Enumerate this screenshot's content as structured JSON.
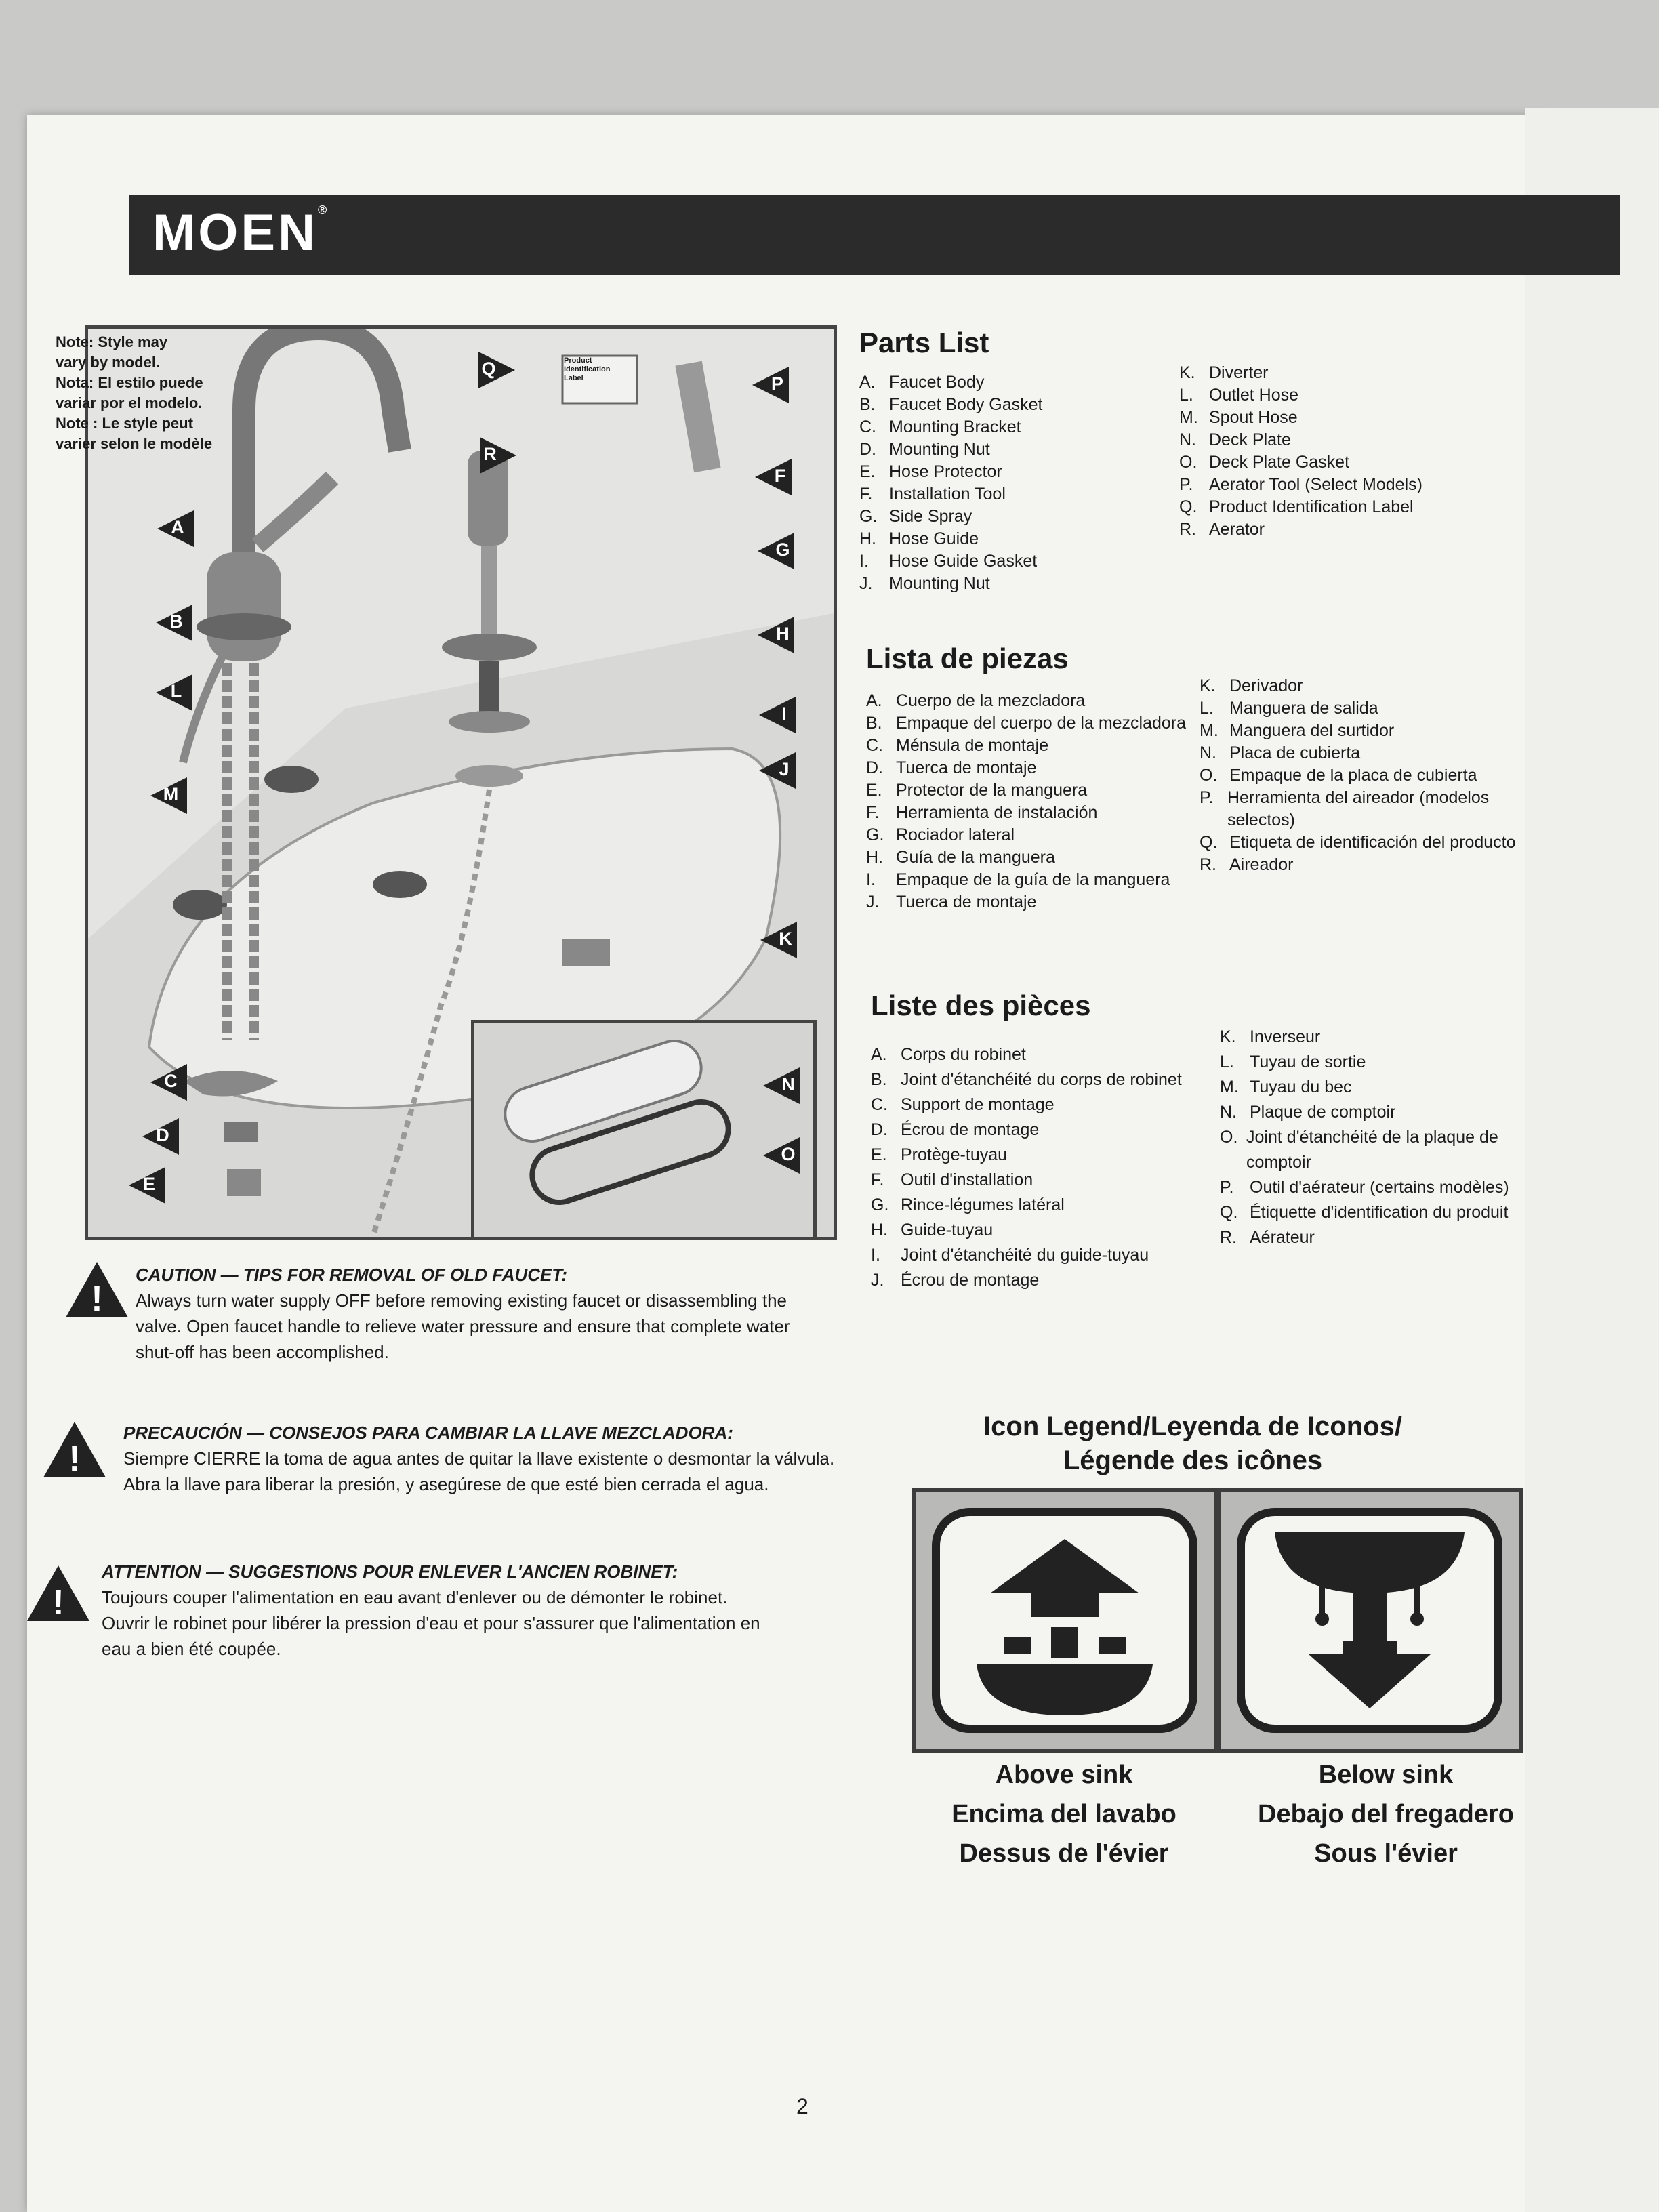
{
  "brand": {
    "logo": "MOEN",
    "trademark": "®"
  },
  "diagram": {
    "note": [
      "Note: Style may",
      "vary by model.",
      "Nota: El estilo puede",
      "variar por el modelo.",
      "Note : Le style peut",
      "varier selon le modèle"
    ],
    "product_label": "Product Identification Label",
    "callouts_left": [
      "A",
      "B",
      "L",
      "M",
      "C",
      "D",
      "E"
    ],
    "callouts_right": [
      "Q",
      "R",
      "P",
      "F",
      "G",
      "H",
      "I",
      "J",
      "K",
      "N",
      "O"
    ]
  },
  "parts_list": {
    "title": "Parts List",
    "col1": [
      {
        "letter": "A.",
        "name": "Faucet Body"
      },
      {
        "letter": "B.",
        "name": "Faucet Body Gasket"
      },
      {
        "letter": "C.",
        "name": "Mounting Bracket"
      },
      {
        "letter": "D.",
        "name": "Mounting Nut"
      },
      {
        "letter": "E.",
        "name": "Hose Protector"
      },
      {
        "letter": "F.",
        "name": "Installation Tool"
      },
      {
        "letter": "G.",
        "name": "Side Spray"
      },
      {
        "letter": "H.",
        "name": "Hose Guide"
      },
      {
        "letter": "I.",
        "name": "Hose Guide Gasket"
      },
      {
        "letter": "J.",
        "name": "Mounting Nut"
      }
    ],
    "col2": [
      {
        "letter": "K.",
        "name": "Diverter"
      },
      {
        "letter": "L.",
        "name": "Outlet Hose"
      },
      {
        "letter": "M.",
        "name": "Spout Hose"
      },
      {
        "letter": "N.",
        "name": "Deck Plate"
      },
      {
        "letter": "O.",
        "name": "Deck Plate Gasket"
      },
      {
        "letter": "P.",
        "name": "Aerator Tool (Select Models)"
      },
      {
        "letter": "Q.",
        "name": "Product Identification Label"
      },
      {
        "letter": "R.",
        "name": "Aerator"
      }
    ]
  },
  "lista_de_piezas": {
    "title": "Lista de piezas",
    "col1": [
      {
        "letter": "A.",
        "name": "Cuerpo de la mezcladora"
      },
      {
        "letter": "B.",
        "name": "Empaque del cuerpo de la mezcladora"
      },
      {
        "letter": "C.",
        "name": "Ménsula de montaje"
      },
      {
        "letter": "D.",
        "name": "Tuerca de montaje"
      },
      {
        "letter": "E.",
        "name": "Protector de la manguera"
      },
      {
        "letter": "F.",
        "name": "Herramienta de instalación"
      },
      {
        "letter": "G.",
        "name": "Rociador lateral"
      },
      {
        "letter": "H.",
        "name": "Guía de la manguera"
      },
      {
        "letter": "I.",
        "name": "Empaque de la guía de la manguera"
      },
      {
        "letter": "J.",
        "name": "Tuerca de montaje"
      }
    ],
    "col2": [
      {
        "letter": "K.",
        "name": "Derivador"
      },
      {
        "letter": "L.",
        "name": "Manguera de salida"
      },
      {
        "letter": "M.",
        "name": "Manguera del surtidor"
      },
      {
        "letter": "N.",
        "name": "Placa de cubierta"
      },
      {
        "letter": "O.",
        "name": "Empaque de la placa de cubierta"
      },
      {
        "letter": "P.",
        "name": "Herramienta del aireador (modelos selectos)"
      },
      {
        "letter": "Q.",
        "name": "Etiqueta de identificación del producto"
      },
      {
        "letter": "R.",
        "name": "Aireador"
      }
    ]
  },
  "liste_des_pieces": {
    "title": "Liste des pièces",
    "col1": [
      {
        "letter": "A.",
        "name": "Corps du robinet"
      },
      {
        "letter": "B.",
        "name": "Joint d'étanchéité du corps de robinet"
      },
      {
        "letter": "C.",
        "name": "Support de montage"
      },
      {
        "letter": "D.",
        "name": "Écrou de montage"
      },
      {
        "letter": "E.",
        "name": "Protège-tuyau"
      },
      {
        "letter": "F.",
        "name": "Outil d'installation"
      },
      {
        "letter": "G.",
        "name": "Rince-légumes latéral"
      },
      {
        "letter": "H.",
        "name": "Guide-tuyau"
      },
      {
        "letter": "I.",
        "name": "Joint d'étanchéité du guide-tuyau"
      },
      {
        "letter": "J.",
        "name": "Écrou de montage"
      }
    ],
    "col2": [
      {
        "letter": "K.",
        "name": "Inverseur"
      },
      {
        "letter": "L.",
        "name": "Tuyau de sortie"
      },
      {
        "letter": "M.",
        "name": "Tuyau du bec"
      },
      {
        "letter": "N.",
        "name": "Plaque de comptoir"
      },
      {
        "letter": "O.",
        "name": "Joint d'étanchéité de la plaque de comptoir"
      },
      {
        "letter": "P.",
        "name": "Outil d'aérateur (certains modèles)"
      },
      {
        "letter": "Q.",
        "name": "Étiquette d'identification du produit"
      },
      {
        "letter": "R.",
        "name": "Aérateur"
      }
    ]
  },
  "cautions": {
    "en": {
      "heading": "CAUTION — TIPS FOR REMOVAL OF OLD FAUCET:",
      "body": "Always turn water supply OFF before removing existing faucet or disassembling the valve. Open faucet handle to relieve water pressure and ensure that complete water shut-off has been accomplished."
    },
    "es": {
      "heading": "PRECAUCIÓN — CONSEJOS PARA CAMBIAR LA LLAVE MEZCLADORA:",
      "body": "Siempre CIERRE la toma de agua antes de quitar la llave existente o desmontar la válvula. Abra la llave para liberar la presión, y asegúrese de que esté bien cerrada el agua."
    },
    "fr": {
      "heading": "ATTENTION — SUGGESTIONS POUR ENLEVER L'ANCIEN ROBINET:",
      "body": "Toujours couper l'alimentation en eau avant d'enlever ou de démonter le robinet. Ouvrir le robinet pour libérer la pression d'eau et pour s'assurer que l'alimentation en eau a bien été coupée."
    }
  },
  "icon_legend": {
    "title_line1": "Icon Legend/Leyenda de Iconos/",
    "title_line2": "Légende des icônes",
    "above": [
      "Above sink",
      "Encima del lavabo",
      "Dessus de l'évier"
    ],
    "below": [
      "Below sink",
      "Debajo del fregadero",
      "Sous l'évier"
    ]
  },
  "page_number": "2",
  "colors": {
    "header_bar": "#2b2b2b",
    "paper": "#f4f4f1",
    "icon_bg": "#b9b9b7"
  }
}
